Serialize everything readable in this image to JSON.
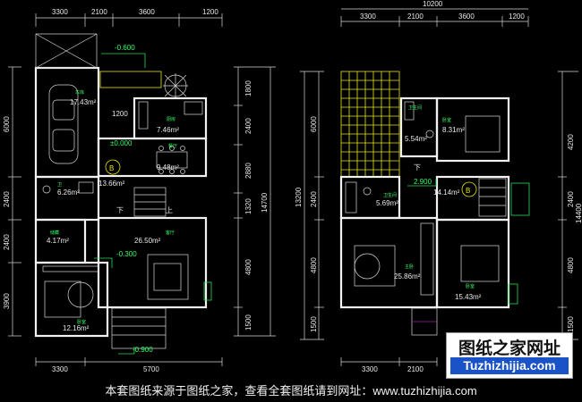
{
  "left_plan": {
    "dims_top": [
      "3300",
      "2100",
      "3600",
      "1200"
    ],
    "dims_bottom": [
      "3300",
      "5700"
    ],
    "dims_left": [
      "6000",
      "2400",
      "2400",
      "3900"
    ],
    "dims_right": [
      "1800",
      "2400",
      "2880",
      "1320",
      "4800",
      "1500"
    ],
    "dim_total_right": "14700",
    "levels": [
      "-0.600",
      "±0.000",
      "-0.300",
      "-0.900"
    ],
    "areas": [
      "17.43m²",
      "7.46m²",
      "9.48m²",
      "13.66m²",
      "6.26m²",
      "4.17m²",
      "26.50m²",
      "12.16m²"
    ],
    "dims_inner": [
      "1200"
    ],
    "axis_label": "B",
    "room_labels": [
      "车库",
      "厨房",
      "餐厅",
      "卫",
      "储藏",
      "客厅",
      "卧室"
    ]
  },
  "right_plan": {
    "dim_total_top": "10200",
    "dims_top": [
      "3300",
      "2100",
      "3600",
      "1200"
    ],
    "dims_bottom": [
      "3300",
      "2100"
    ],
    "dims_left": [
      "6000",
      "2400",
      "4800",
      "1500"
    ],
    "dim_total_left": "13200",
    "dims_right": [
      "4200",
      "2400",
      "4800",
      "1500"
    ],
    "dim_total_right": "14400",
    "levels": [
      "2.900"
    ],
    "areas": [
      "5.54m²",
      "8.31m²",
      "14.14m²",
      "5.69m²",
      "25.86m²",
      "15.43m²"
    ],
    "axis_label": "B",
    "room_labels": [
      "卫生间",
      "卧室",
      "卫生间",
      "主卧",
      "卧室"
    ],
    "marker": "下"
  },
  "left_markers": [
    "下",
    "上"
  ],
  "watermark": {
    "cn": "图纸之家网址",
    "en": "Tuzhizhijia.com"
  },
  "footer": "本套图纸来源于图纸之家，查看全套图纸请到网址：www.tuzhizhijia.com"
}
